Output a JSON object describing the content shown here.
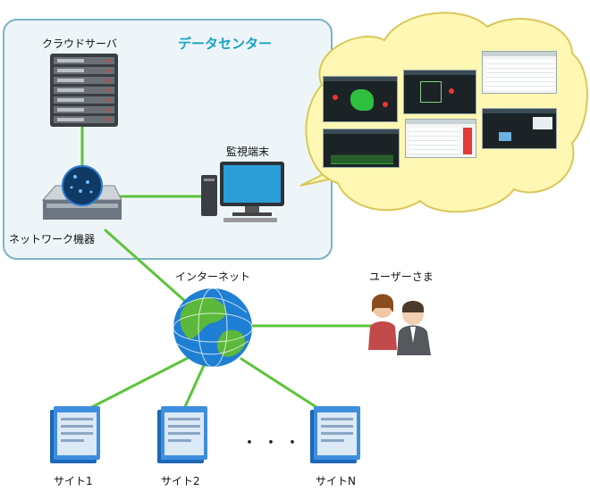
{
  "diagram": {
    "data_center": {
      "title": "データセンター",
      "cloud_server_label": "クラウドサーバ",
      "network_device_label": "ネットワーク機器",
      "monitor_terminal_label": "監視端末"
    },
    "internet_label": "インターネット",
    "users_label": "ユーザーさま",
    "sites": [
      "サイト1",
      "サイト2",
      "サイトN"
    ],
    "ellipsis": "・・・",
    "colors": {
      "link_line": "#5cc43a",
      "data_center_border": "#7ab4c6",
      "data_center_fill": "#eef5f9",
      "title": "#17a2c7",
      "callout_fill": "#fff7b3",
      "callout_border": "#d9c85a"
    },
    "icons": [
      "server-rack-icon",
      "router-icon",
      "desktop-pc-icon",
      "globe-icon",
      "users-icon",
      "document-icon"
    ]
  }
}
